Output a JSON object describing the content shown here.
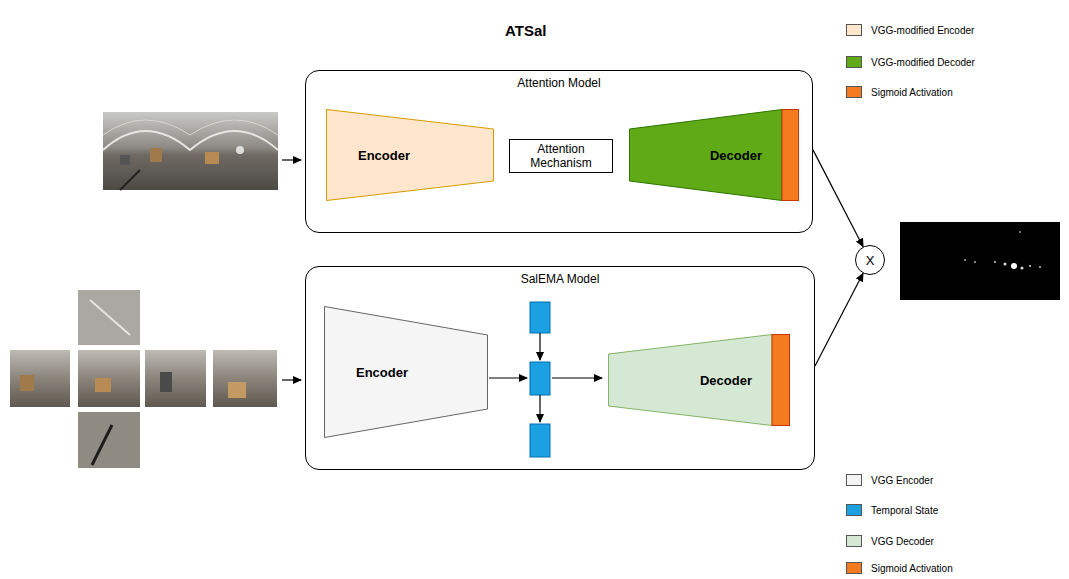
{
  "diagram": {
    "title": "ATSal",
    "nodes": [
      {
        "text": [
          "Attention Model"
        ]
      },
      {
        "text": [
          "Encoder"
        ],
        "in": 0
      },
      {
        "text": [
          "Attention Mechanism"
        ],
        "in": 0
      },
      {
        "text": [
          "Decoder"
        ],
        "in": 0
      },
      {
        "text": [
          "SalEMA  Model"
        ]
      },
      {
        "text": [
          "Encoder"
        ],
        "in": 4
      },
      {
        "text": [
          "Decoder"
        ],
        "in": 4
      },
      {
        "text": [
          "X"
        ]
      }
    ],
    "edges": [
      {
        "from": 0,
        "to": 7,
        "arrow": "to"
      },
      {
        "from": 4,
        "to": 7,
        "arrow": "to"
      }
    ],
    "legend": [
      {
        "text": "VGG-modified Encoder",
        "color": "#FFE6CC"
      },
      {
        "text": "VGG-modified Decoder",
        "color": "#60A917"
      },
      {
        "text": "Sigmoid Activation",
        "color": "#F47B20"
      },
      {
        "text": "VGG Encoder",
        "color": "#F5F5F5"
      },
      {
        "text": "Temporal State",
        "color": "#1BA1E2"
      },
      {
        "text": "VGG Decoder",
        "color": "#D5E8D4"
      },
      {
        "text": "Sigmoid Activation",
        "color": "#F47B20"
      }
    ]
  }
}
